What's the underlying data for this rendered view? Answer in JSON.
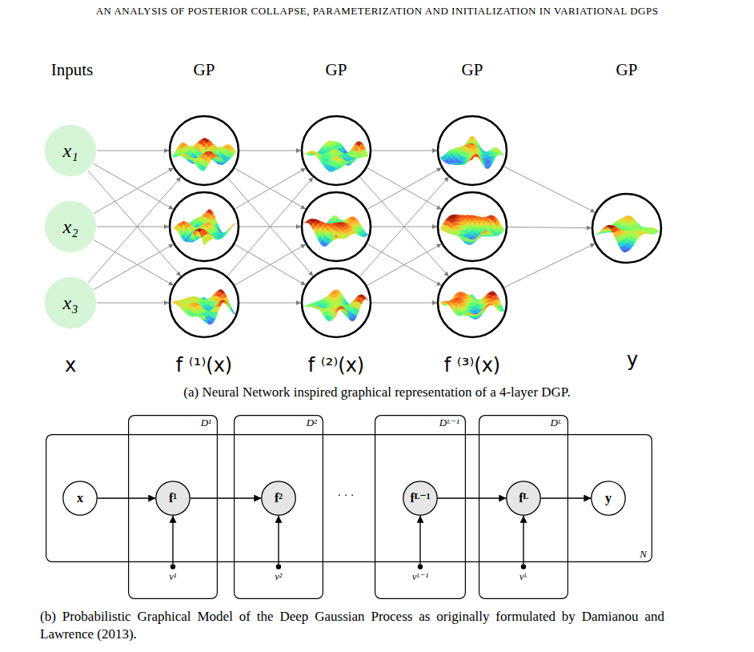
{
  "diagram": {
    "nodes": [
      {
        "text": [
          "x₁"
        ]
      },
      {
        "text": [
          "x₂"
        ]
      },
      {
        "text": [
          "x₃"
        ]
      },
      {
        "text": [
          "N"
        ]
      },
      {
        "text": [
          "x"
        ],
        "in": 3
      },
      {
        "text": [
          "D¹"
        ]
      },
      {
        "text": [
          "f¹"
        ],
        "in": 5
      },
      {
        "text": [
          "ν¹"
        ],
        "in": 5
      },
      {
        "text": [
          "D²"
        ]
      },
      {
        "text": [
          "f²"
        ],
        "in": 8
      },
      {
        "text": [
          "ν²"
        ],
        "in": 8
      },
      {
        "text": [
          "Dᴸ⁻¹"
        ]
      },
      {
        "text": [
          "fᴸ⁻¹"
        ],
        "in": 11
      },
      {
        "text": [
          "νᴸ⁻¹"
        ],
        "in": 11
      },
      {
        "text": [
          "Dᴸ"
        ]
      },
      {
        "text": [
          "fᴸ"
        ],
        "in": 14
      },
      {
        "text": [
          "νᴸ"
        ],
        "in": 14
      },
      {
        "text": [
          "y"
        ],
        "in": 3
      }
    ],
    "edges": [
      {
        "from": 4,
        "to": 6,
        "arrow": "to"
      },
      {
        "from": 6,
        "to": 9,
        "arrow": "to"
      },
      {
        "from": 12,
        "to": 15,
        "arrow": "to"
      },
      {
        "from": 15,
        "to": 17,
        "arrow": "to"
      },
      {
        "from": 7,
        "to": 6,
        "arrow": "to"
      },
      {
        "from": 10,
        "to": 9,
        "arrow": "to"
      },
      {
        "from": 13,
        "to": 12,
        "arrow": "to"
      },
      {
        "from": 16,
        "to": 15,
        "arrow": "to"
      }
    ],
    "labels": [
      "AN ANALYSIS OF POSTERIOR COLLAPSE, PARAMETERIZATION AND INITIALIZATION IN VARIATIONAL DGPS",
      "Inputs",
      "GP",
      "GP",
      "GP",
      "GP",
      "x",
      "f ⁽¹⁾(x)",
      "f ⁽²⁾(x)",
      "f ⁽³⁾(x)",
      "y",
      "(a) Neural Network inspired graphical representation of a 4-layer DGP.",
      "· · ·",
      "(b) Probabilistic Graphical Model of the Deep Gaussian Process as originally formulated by Damianou and Lawrence (2013)."
    ]
  }
}
